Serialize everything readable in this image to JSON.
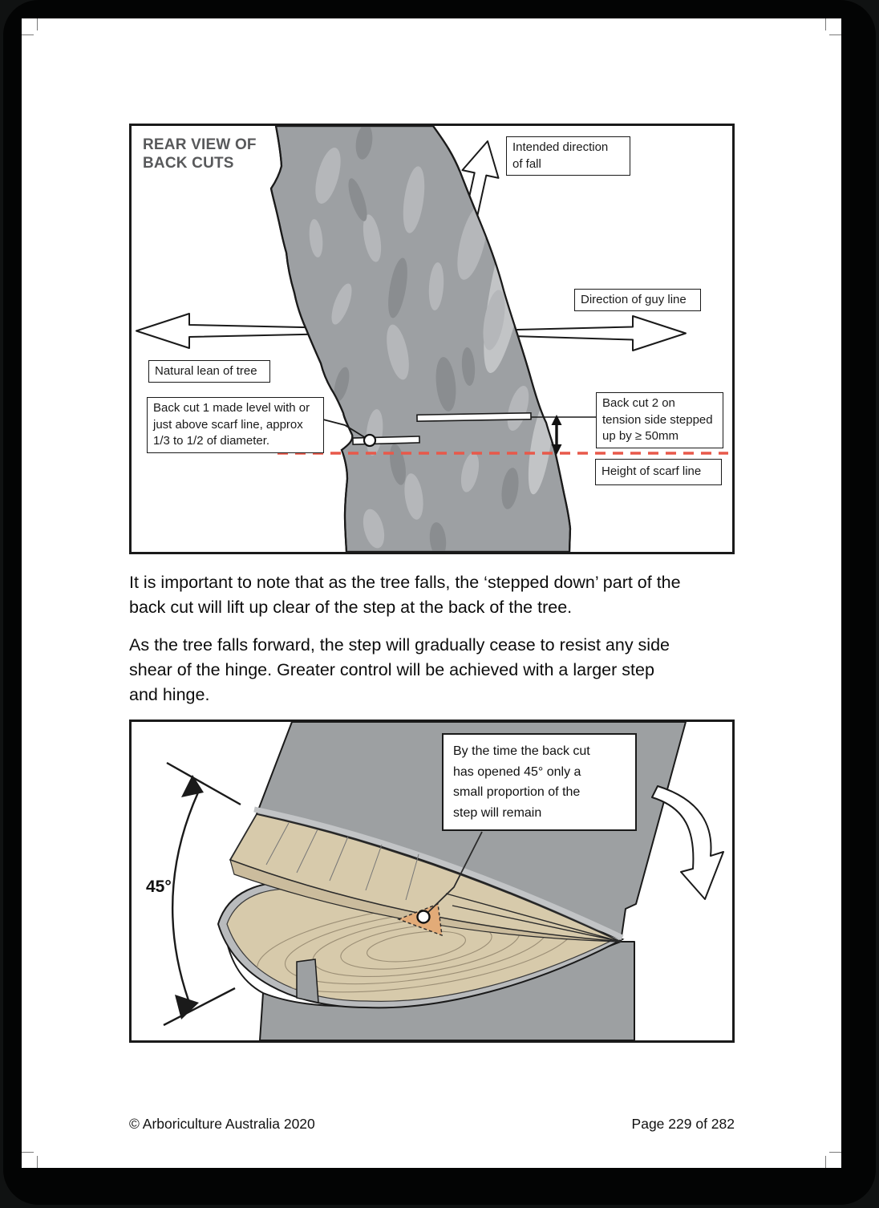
{
  "colors": {
    "accent_red": "#E8594A",
    "trunk_gray": "#9DA0A3",
    "trunk_light": "#B5B7BA",
    "trunk_dark": "#8A8D90",
    "wood_tan": "#D7CAAB",
    "wood_side": "#CBBC9D",
    "step_orange": "#E2AB78",
    "bark_rim": "#B9BBBD"
  },
  "diagram1": {
    "title_lines": [
      "REAR VIEW OF",
      "BACK CUTS"
    ],
    "label_intended_direction_lines": [
      "Intended direction",
      "of fall"
    ],
    "label_guy_line": "Direction of guy line",
    "label_natural_lean": "Natural lean of tree",
    "label_back_cut_1_lines": [
      "Back cut 1 made level with or",
      "just above scarf line, approx",
      "1/3 to 1/2 of diameter."
    ],
    "label_back_cut_2_lines": [
      "Back cut 2 on",
      "tension side stepped",
      "up by ≥ 50mm"
    ],
    "label_height_scarf": "Height of scarf line"
  },
  "body": {
    "paragraph1_lines": [
      "It is important to note that as the tree falls, the ‘stepped down’ part of the",
      "back cut will lift up clear of the step at the back of the tree."
    ],
    "paragraph2_lines": [
      "As the tree falls forward, the step will gradually cease to resist any side",
      "shear of the hinge. Greater control will be achieved with a larger step",
      "and hinge."
    ]
  },
  "diagram2": {
    "callout_lines": [
      "By the time the back cut",
      "has opened 45° only a",
      "small proportion of the",
      "step will remain"
    ],
    "angle_label": "45°"
  },
  "footer": {
    "left": "© Arboriculture Australia 2020",
    "right": "Page 229 of 282"
  }
}
